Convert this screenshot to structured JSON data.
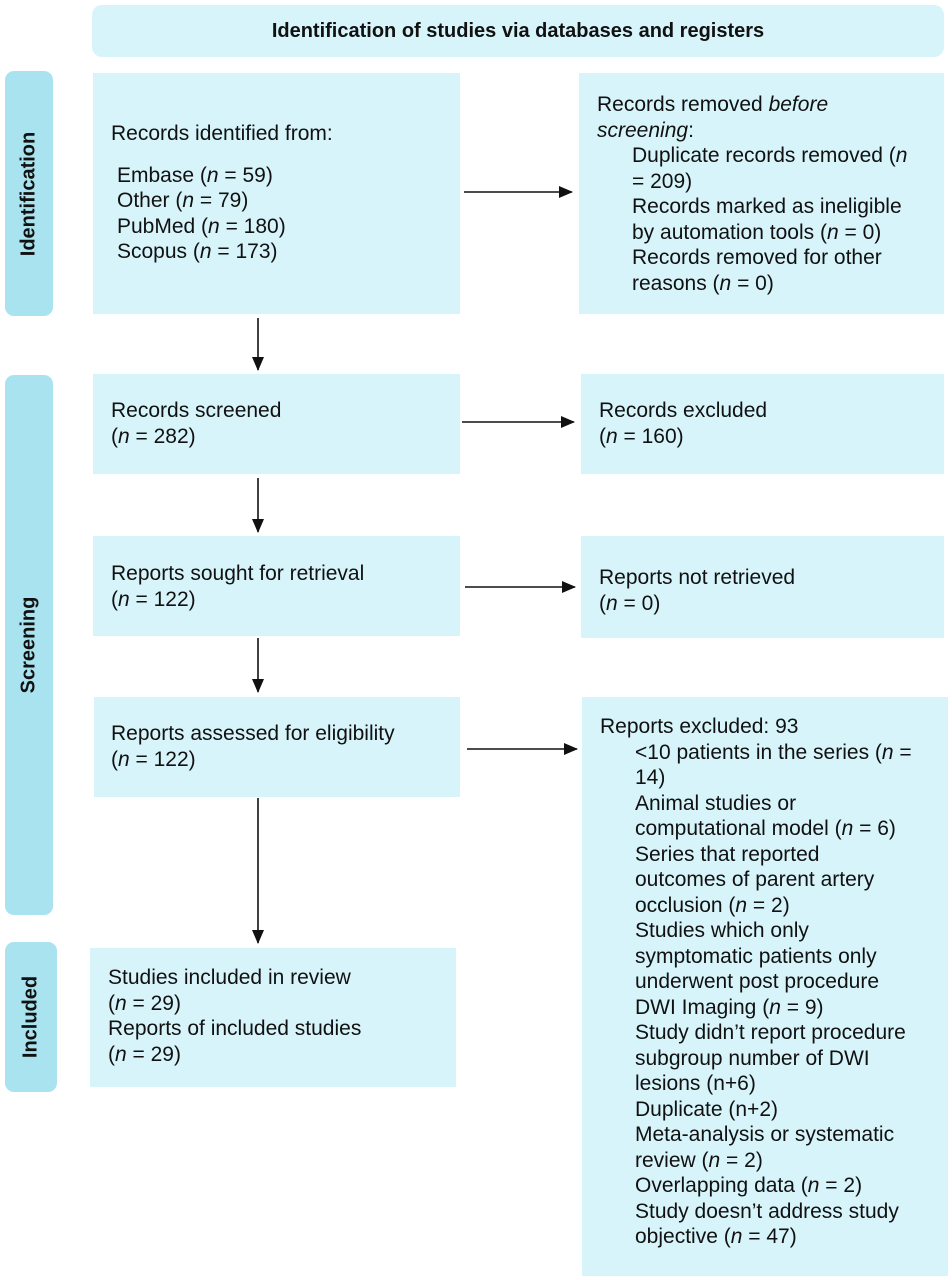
{
  "header": "Identification of studies via databases and registers",
  "phases": {
    "identification": "Identification",
    "screening": "Screening",
    "included": "Included"
  },
  "identified": {
    "heading": "Records identified from:",
    "sources": [
      {
        "name": "Embase",
        "n": "59"
      },
      {
        "name": "Other",
        "n": "79"
      },
      {
        "name": "PubMed",
        "n": "180"
      },
      {
        "name": "Scopus",
        "n": "173"
      }
    ]
  },
  "removed": {
    "heading_pre": "Records removed ",
    "heading_em": "before screening",
    "heading_post": ":",
    "duplicates_label": "Duplicate records removed",
    "duplicates_n": "209",
    "ineligible_label": "Records marked as ineligible by automation tools",
    "ineligible_n": "0",
    "other_label": "Records removed for other reasons",
    "other_n": "0"
  },
  "screened": {
    "label": "Records screened",
    "n": "282"
  },
  "excluded": {
    "label": "Records excluded",
    "n": "160"
  },
  "sought": {
    "label": "Reports sought for retrieval",
    "n": "122"
  },
  "not_retrieved": {
    "label": "Reports not retrieved",
    "n": "0"
  },
  "assessed": {
    "label": "Reports assessed for eligibility",
    "n": "122"
  },
  "reports_excluded": {
    "heading": "Reports excluded: 93",
    "reasons": {
      "r1": "<10 patients in the series",
      "r1_n": "14",
      "r2": "Animal studies or computational model",
      "r2_n": "6",
      "r3": "Series that reported outcomes of parent artery occlusion",
      "r3_n": "2",
      "r4": "Studies which only symptomatic patients only underwent post procedure DWI Imaging",
      "r4_n": "9",
      "r5": "Study didn’t report procedure subgroup number of DWI lesions (n+6)",
      "r6": "Duplicate (n+2)",
      "r7": "Meta-analysis or systematic review",
      "r7_n": "2",
      "r8": "Overlapping data",
      "r8_n": "2",
      "r9": "Study doesn’t address study objective",
      "r9_n": "47"
    }
  },
  "included": {
    "studies_label": "Studies included in review",
    "studies_n": "29",
    "reports_label": "Reports of included studies",
    "reports_n": "29"
  },
  "colors": {
    "box": "#d6f4fa",
    "phase": "#a9e3ef",
    "arrow": "#111111"
  }
}
